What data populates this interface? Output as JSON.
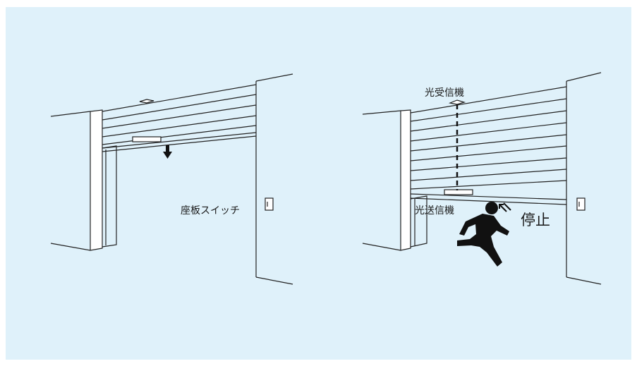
{
  "colors": {
    "panel_background": "#dff1fa",
    "line": "#222222",
    "shutter_fill": "#ffffff",
    "figure": "#111111"
  },
  "left_diagram": {
    "switch_label": "座板スイッチ",
    "arrow_icon": "down-arrow-icon"
  },
  "right_diagram": {
    "receiver_label": "光受信機",
    "transmitter_label": "光送信機",
    "stop_label": "停止",
    "person_icon": "running-person-icon",
    "beam_broken_icon": "broken-beam-arrow-icon"
  }
}
